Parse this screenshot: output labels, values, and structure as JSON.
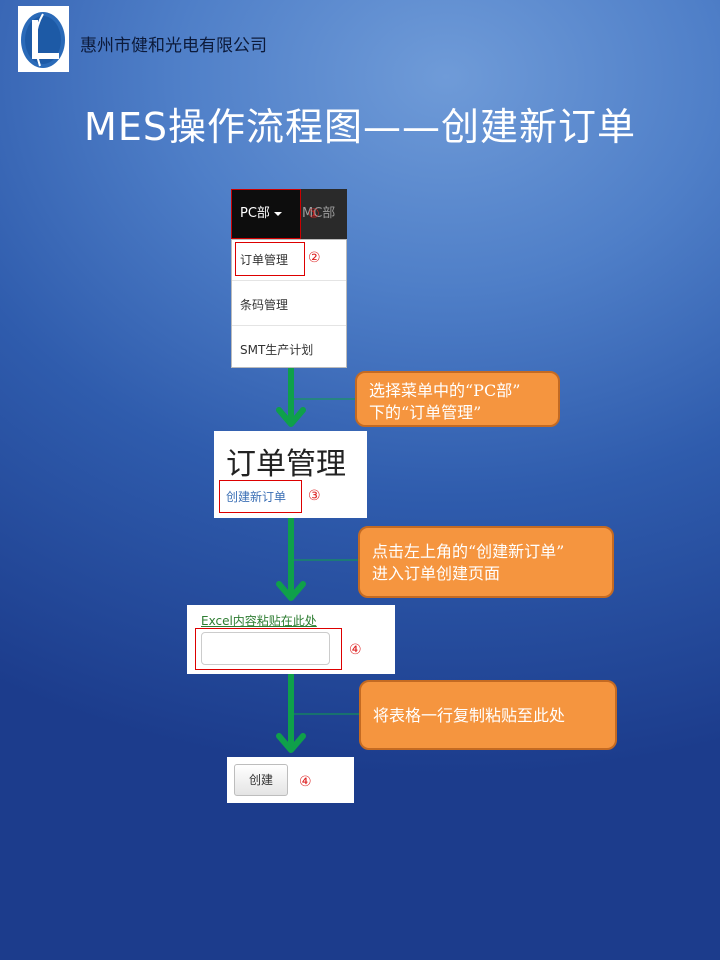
{
  "header": {
    "company_name": "惠州市健和光电有限公司",
    "title": "MES操作流程图——创建新订单"
  },
  "step1": {
    "nav": {
      "pc_label": "PC部",
      "mc_label": "MC部",
      "step_number": "①"
    },
    "dropdown_items": [
      {
        "label": "订单管理"
      },
      {
        "label": "条码管理"
      },
      {
        "label": "SMT生产计划"
      }
    ],
    "step_number": "②",
    "callout": [
      "选择菜单中的“PC部”",
      "下的“订单管理”"
    ]
  },
  "step2": {
    "page_title": "订单管理",
    "link_label": "创建新订单",
    "step_number": "③",
    "callout": [
      "点击左上角的“创建新订单”",
      "进入订单创建页面"
    ]
  },
  "step3": {
    "field_label": "Excel内容粘贴在此处",
    "input_value": "",
    "step_number": "④",
    "callout": [
      "将表格一行复制粘贴至此处"
    ]
  },
  "step4": {
    "button_label": "创建",
    "step_number": "④"
  },
  "colors": {
    "arrow": "#0fa04a",
    "callout_fill": "#f5953f",
    "callout_border": "#c46a22",
    "highlight_box": "#dd0000",
    "step_number": "#dd2222"
  },
  "icons": {
    "logo": "company-logo",
    "caret": "caret-down-icon",
    "arrow": "down-arrow-icon"
  }
}
